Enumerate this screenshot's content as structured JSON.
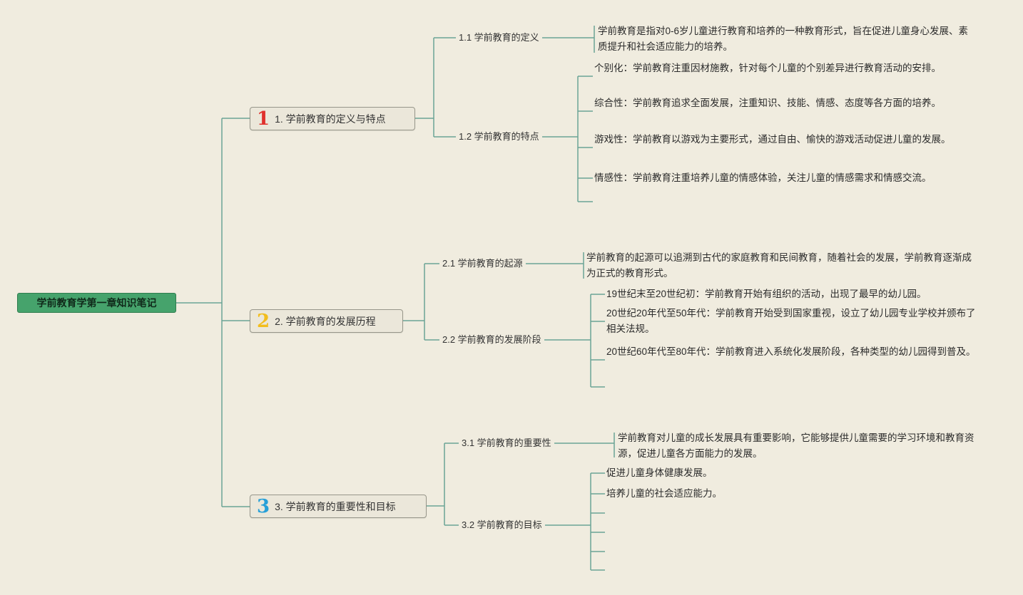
{
  "colors": {
    "line": "#6ba496",
    "root_bg": "#46a36c",
    "branch_bg": "#ebe7da"
  },
  "root": {
    "label": "学前教育学第一章知识笔记"
  },
  "branches": [
    {
      "number": "1",
      "color": "#e0312d",
      "label": "1. 学前教育的定义与特点",
      "children": [
        {
          "label": "1.1 学前教育的定义",
          "leaves": [
            "学前教育是指对0-6岁儿童进行教育和培养的一种教育形式，旨在促进儿童身心发展、素质提升和社会适应能力的培养。"
          ]
        },
        {
          "label": "1.2 学前教育的特点",
          "leaves": [
            "个别化：学前教育注重因材施教，针对每个儿童的个别差异进行教育活动的安排。",
            "综合性：学前教育追求全面发展，注重知识、技能、情感、态度等各方面的培养。",
            "游戏性：学前教育以游戏为主要形式，通过自由、愉快的游戏活动促进儿童的发展。",
            "情感性：学前教育注重培养儿童的情感体验，关注儿童的情感需求和情感交流。",
            ""
          ]
        }
      ]
    },
    {
      "number": "2",
      "color": "#f2bd1d",
      "label": "2. 学前教育的发展历程",
      "children": [
        {
          "label": "2.1 学前教育的起源",
          "leaves": [
            "学前教育的起源可以追溯到古代的家庭教育和民间教育，随着社会的发展，学前教育逐渐成为正式的教育形式。"
          ]
        },
        {
          "label": "2.2 学前教育的发展阶段",
          "leaves": [
            "19世纪末至20世纪初：学前教育开始有组织的活动，出现了最早的幼儿园。",
            "20世纪20年代至50年代：学前教育开始受到国家重视，设立了幼儿园专业学校并颁布了相关法规。",
            "20世纪60年代至80年代：学前教育进入系统化发展阶段，各种类型的幼儿园得到普及。",
            ""
          ]
        }
      ]
    },
    {
      "number": "3",
      "color": "#28a0d8",
      "label": "3. 学前教育的重要性和目标",
      "children": [
        {
          "label": "3.1 学前教育的重要性",
          "leaves": [
            "学前教育对儿童的成长发展具有重要影响，它能够提供儿童需要的学习环境和教育资源，促进儿童各方面能力的发展。"
          ]
        },
        {
          "label": "3.2 学前教育的目标",
          "leaves": [
            "促进儿童身体健康发展。",
            "培养儿童的社会适应能力。",
            "",
            "",
            "",
            ""
          ]
        }
      ]
    }
  ]
}
